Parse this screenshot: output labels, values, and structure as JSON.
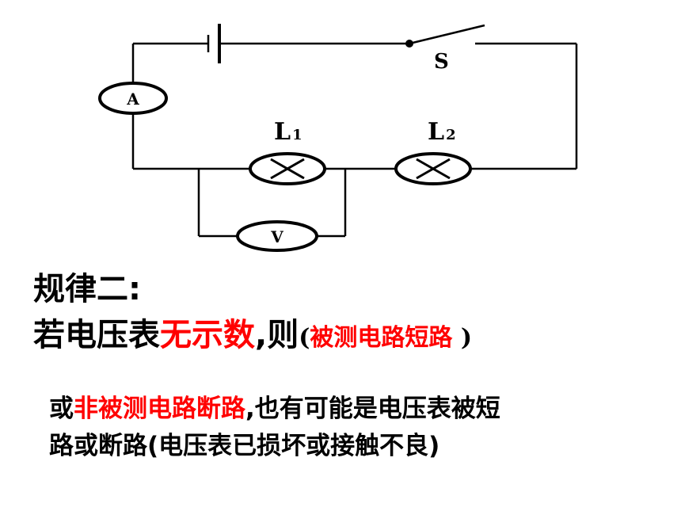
{
  "circuit": {
    "switch_label": "S",
    "ammeter_label": "A",
    "voltmeter_label": "V",
    "lamp1": {
      "letter": "L",
      "sub": "1"
    },
    "lamp2": {
      "letter": "L",
      "sub": "2"
    }
  },
  "rule": {
    "title": "规律二:",
    "prefix": "若电压表",
    "highlight": "无示数",
    "middle": ",则",
    "paren_open": "(",
    "answer": "被测电路短路",
    "paren_close": " )"
  },
  "note": {
    "prefix": "或",
    "highlight": "非被测电路断路",
    "rest_line1": ",也有可能是电压表被短",
    "line2": "路或断路(电压表已损坏或接触不良)"
  },
  "colors": {
    "highlight": "#ff0000",
    "text": "#000000"
  }
}
